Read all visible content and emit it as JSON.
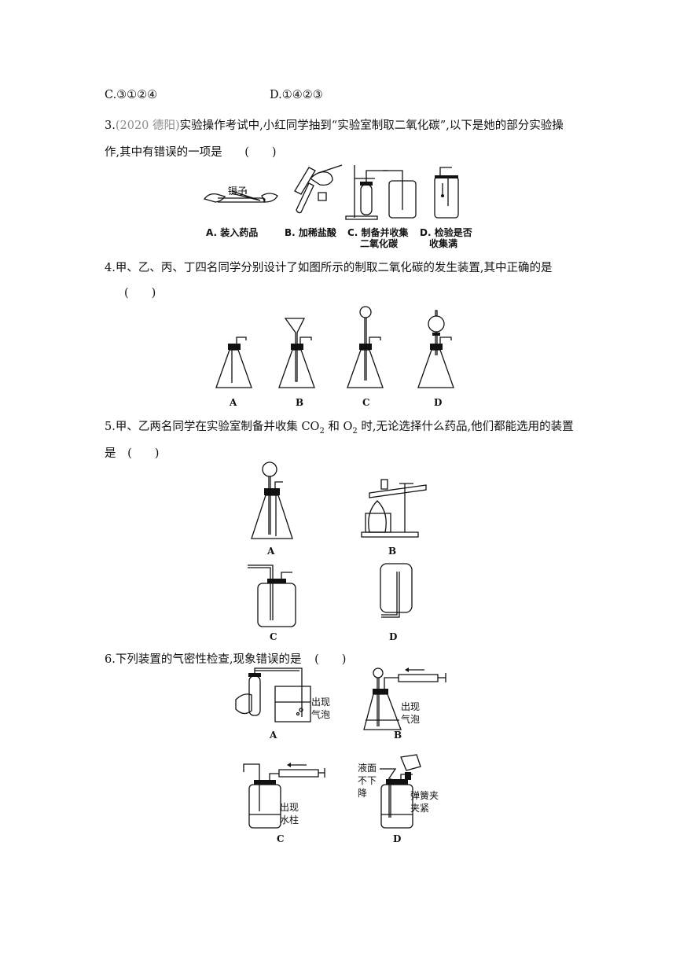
{
  "q2_options": {
    "c": "C.③①②④",
    "d": "D.①④②③"
  },
  "q3": {
    "prefix": "3.",
    "source": "(2020 德阳)",
    "text1": "实验操作考试中,小红同学抽到“实验室制取二氧化碳”,以下是她的部分实验操",
    "text2": "作,其中有错误的一项是",
    "bracket": "(　　)",
    "tweezers_label": "镊子",
    "captions": [
      "A. 装入药品",
      "B. 加稀盐酸",
      "C. 制备并收集",
      "二氧化碳",
      "D. 检验是否",
      "收集满"
    ]
  },
  "q4": {
    "text1": "4.甲、乙、丙、丁四名同学分别设计了如图所示的制取二氧化碳的发生装置,其中正确的是",
    "bracket": "(　　)",
    "labels": [
      "A",
      "B",
      "C",
      "D"
    ]
  },
  "q5": {
    "text1a": "5.甲、乙两名同学在实验室制备并收集 CO",
    "sub1": "2",
    "text1b": " 和 O",
    "sub2": "2",
    "text1c": " 时,无论选择什么药品,他们都能选用的装置",
    "text2": "是",
    "bracket": "(　　)",
    "labels": [
      "A",
      "B",
      "C",
      "D"
    ]
  },
  "q6": {
    "text": "6.下列装置的气密性检查,现象错误的是",
    "bracket": "(　　)",
    "labels": [
      "A",
      "B",
      "C",
      "D"
    ],
    "a_note": [
      "出现",
      "气泡"
    ],
    "b_note": [
      "出现",
      "气泡"
    ],
    "c_note": [
      "出现",
      "水柱"
    ],
    "d_note_left": [
      "液面",
      "不下",
      "降"
    ],
    "d_note_right": [
      "弹簧夹",
      "夹紧"
    ]
  }
}
